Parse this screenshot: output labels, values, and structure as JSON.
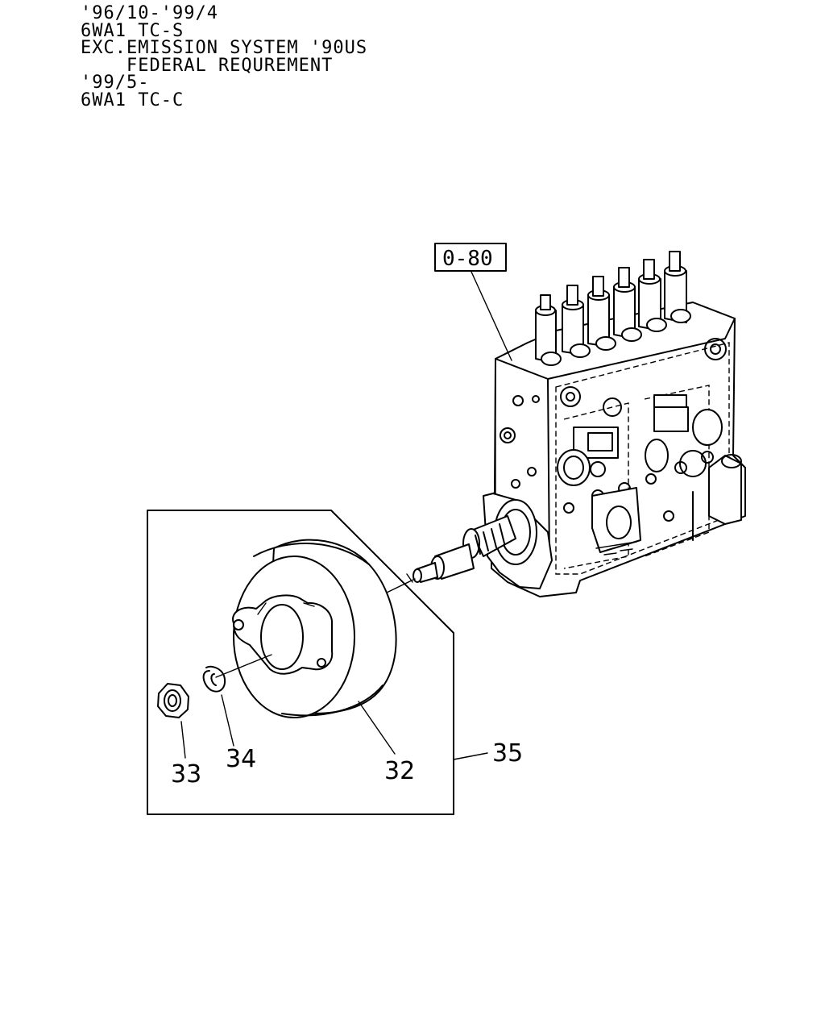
{
  "header_notes": [
    "'96/10-'99/4",
    "6WA1 TC-S",
    "EXC.EMISSION SYSTEM '90US",
    "    FEDERAL REQUREMENT",
    "'99/5-",
    "6WA1 TC-C"
  ],
  "reference_box": {
    "label": "0-80"
  },
  "callouts": {
    "coupling": "32",
    "nut": "33",
    "snap_ring": "34",
    "assembly": "35"
  }
}
